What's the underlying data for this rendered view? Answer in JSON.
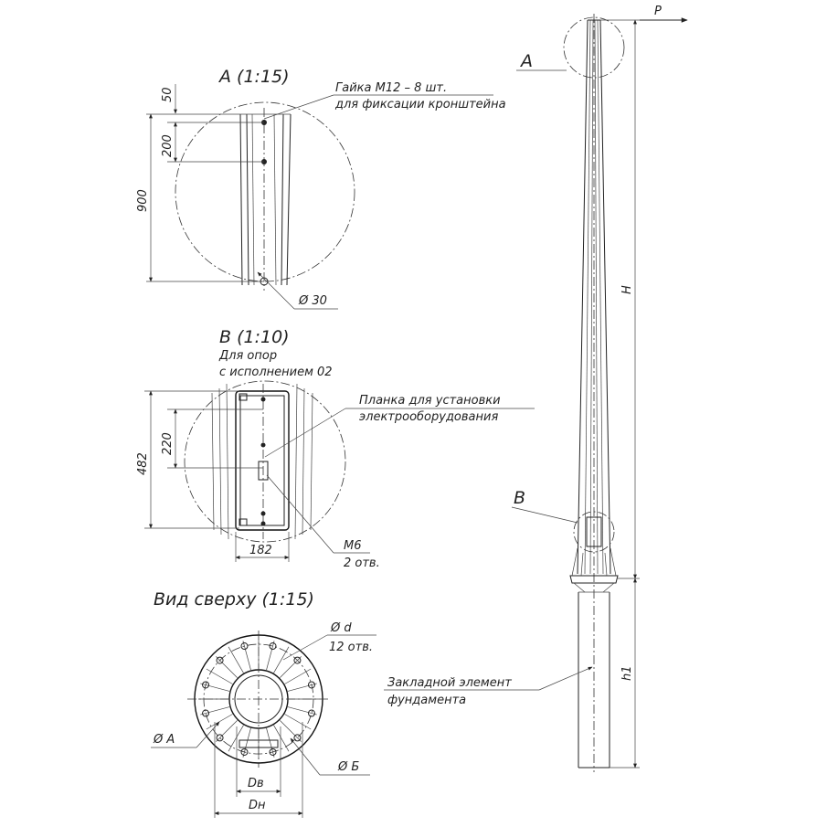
{
  "view_a": {
    "title": "A (1:15)",
    "note_line1": "Гайка М12 – 8 шт.",
    "note_line2": "для фиксации кронштейна",
    "dim_50": "50",
    "dim_200": "200",
    "dim_900": "900",
    "dim_dia30": "Ø 30"
  },
  "view_b": {
    "title": "B (1:10)",
    "subtitle_line1": "Для опор",
    "subtitle_line2": "с исполнением 02",
    "note_line1": "Планка для установки",
    "note_line2": "электрооборудования",
    "dim_220": "220",
    "dim_482": "482",
    "dim_182": "182",
    "holes_line1": "М6",
    "holes_line2": "2 отв."
  },
  "top_view": {
    "title": "Вид сверху (1:15)",
    "dim_d": "Ø d",
    "holes": "12 отв.",
    "dim_a": "Ø A",
    "dim_b": "Ø Б",
    "dim_db": "Dв",
    "dim_dn": "Dн"
  },
  "pole": {
    "callout_a": "A",
    "callout_b": "B",
    "load": "P",
    "height": "H",
    "height_embedded": "h1",
    "foundation_line1": "Закладной элемент",
    "foundation_line2": "фундамента"
  }
}
